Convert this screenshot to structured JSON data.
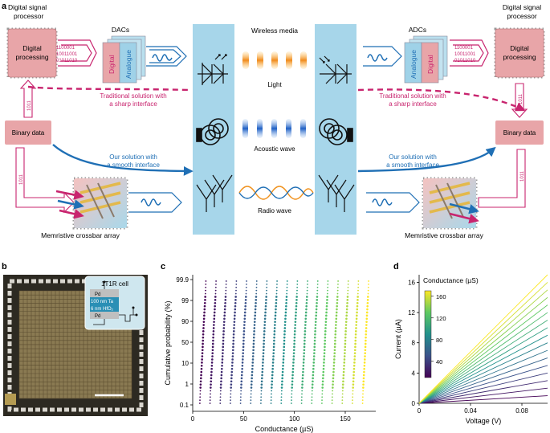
{
  "panel_a": {
    "letter": "a",
    "processor_title": [
      "Digital signal",
      "processor"
    ],
    "processor_box": "Digital",
    "processor_box2": "processing",
    "bits": [
      "1100001",
      "10011001",
      "01011010"
    ],
    "bits_right": [
      "1100001",
      "10011001",
      "01011010"
    ],
    "dacs": "DACs",
    "adcs": "ADCs",
    "digital": "Digital",
    "analogue": "Analogue",
    "wireless_media": "Wireless media",
    "light": "Light",
    "acoustic": "Acoustic wave",
    "radio": "Radio wave",
    "traditional": [
      "Traditional solution with",
      "a sharp interface"
    ],
    "ours": [
      "Our solution with",
      "a smooth interface"
    ],
    "binary_data": "Binary data",
    "side_bits": "1011",
    "memristive": "Memristive crossbar array"
  },
  "panel_b": {
    "letter": "b",
    "cell_title": "1T1R cell",
    "layers": [
      "Pd",
      "100 nm Ta",
      "6 nm HfO₂",
      "Pd"
    ]
  },
  "colors": {
    "pink_box": "#e8a5a8",
    "pink_line": "#c8246e",
    "blue_line": "#1f6fb5",
    "light_blue": "#9fd2e8",
    "orange": "#f0921e"
  },
  "chart_data": [
    {
      "panel": "c",
      "type": "scatter",
      "xlabel": "Conductance (µS)",
      "ylabel": "Cumulative probability (%)",
      "xlim": [
        0,
        180
      ],
      "xticks": [
        "0",
        "50",
        "100",
        "150"
      ],
      "yticks": [
        "0.1",
        "1",
        "10",
        "50",
        "90",
        "99",
        "99.9"
      ],
      "levels": [
        10,
        20,
        30,
        40,
        50,
        60,
        70,
        80,
        90,
        100,
        110,
        120,
        130,
        140,
        150,
        160,
        170
      ],
      "spread": 3,
      "colorbar": "viridis"
    },
    {
      "panel": "d",
      "type": "line",
      "xlabel": "Voltage (V)",
      "ylabel": "Current (µA)",
      "xlim": [
        0,
        0.1
      ],
      "ylim": [
        0,
        17
      ],
      "xticks": [
        "0",
        "0.04",
        "0.08"
      ],
      "yticks": [
        "0",
        "4",
        "8",
        "12",
        "16"
      ],
      "conductances": [
        10,
        20,
        30,
        40,
        50,
        60,
        70,
        80,
        90,
        100,
        110,
        120,
        130,
        140,
        150,
        160,
        170
      ],
      "colorbar_title": "Conductance (µS)",
      "colorbar_ticks": [
        "40",
        "80",
        "120",
        "160"
      ]
    }
  ]
}
